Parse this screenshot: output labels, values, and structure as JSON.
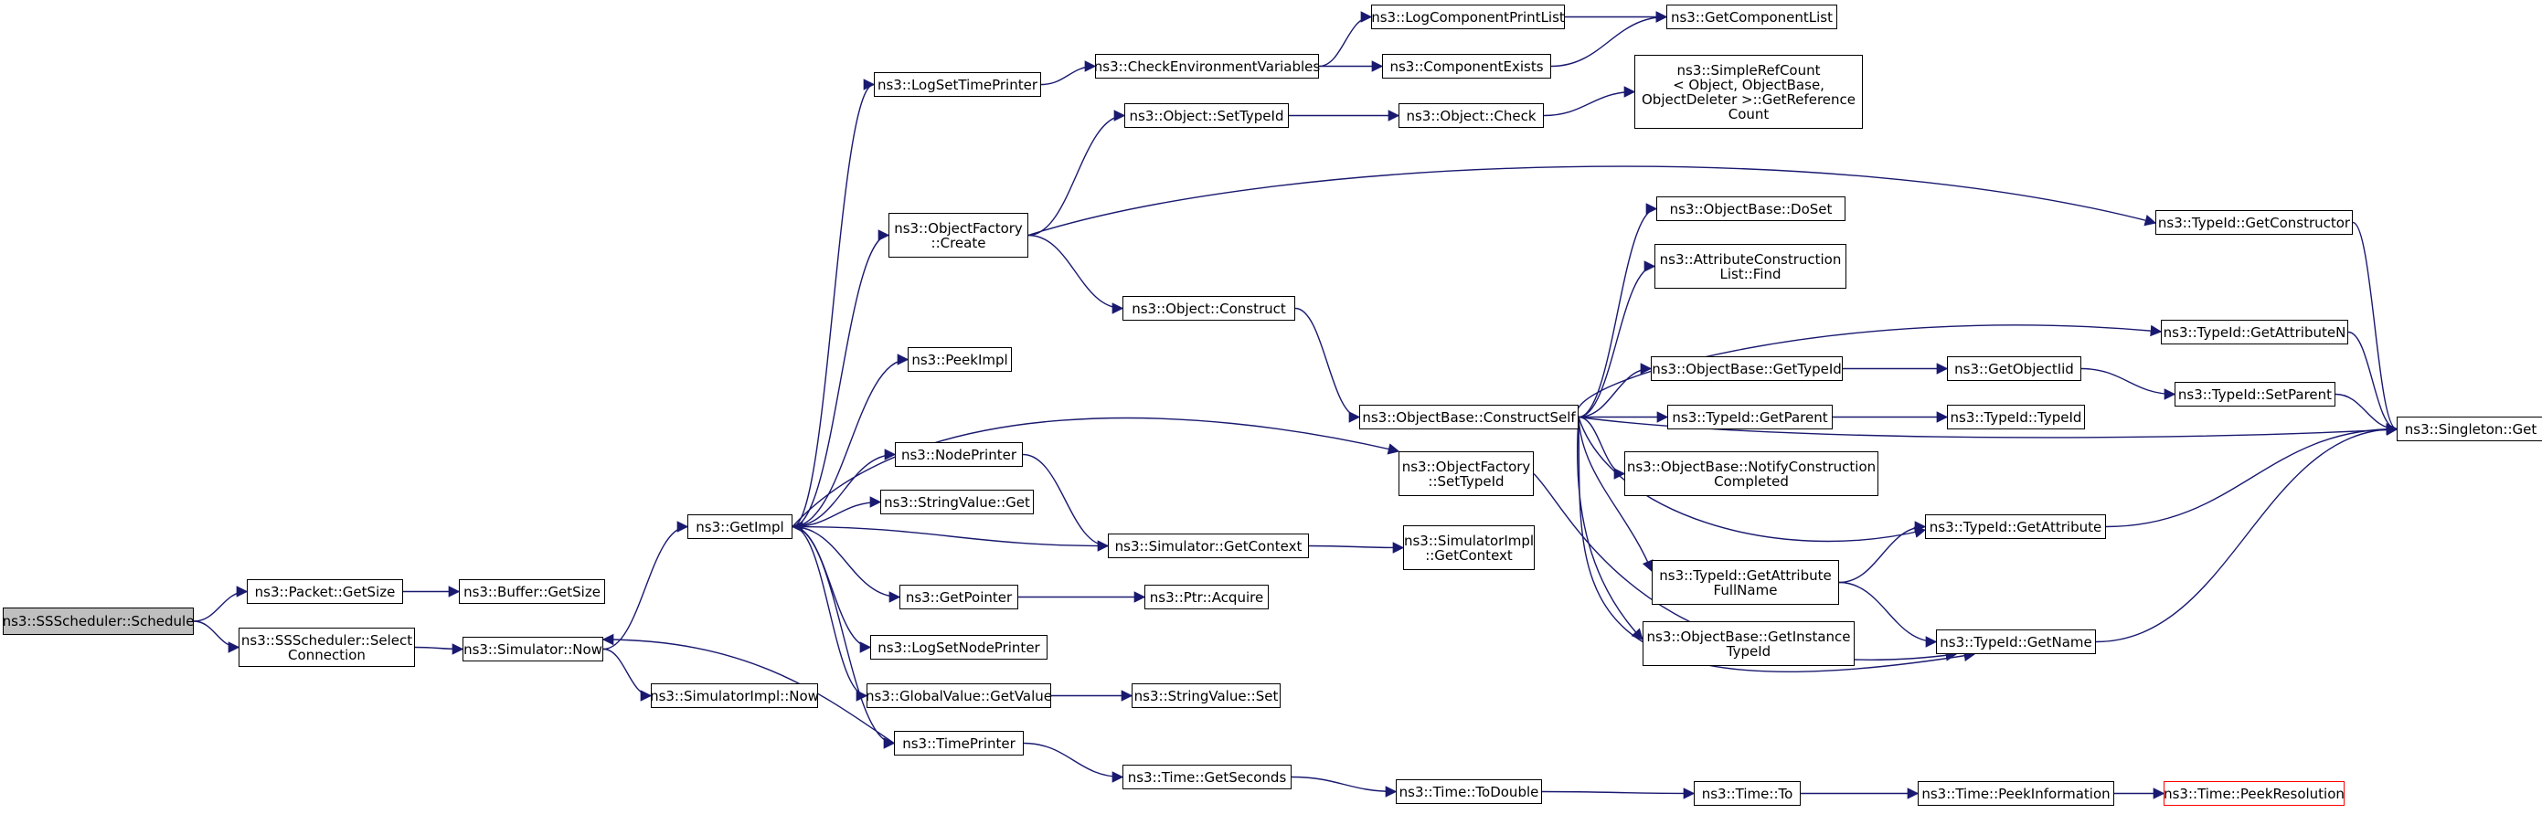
{
  "graph": {
    "root": "ns3::SSScheduler::Schedule",
    "edge_color": "#191970",
    "root_fill": "#bfbfbf",
    "highlight_border": "#ff0000",
    "nodes": [
      {
        "id": "n0",
        "label": "ns3::SSScheduler::Schedule"
      },
      {
        "id": "n1",
        "label": "ns3::Packet::GetSize"
      },
      {
        "id": "n2",
        "label": "ns3::SSScheduler::Select\nConnection"
      },
      {
        "id": "n3",
        "label": "ns3::Buffer::GetSize"
      },
      {
        "id": "n4",
        "label": "ns3::Simulator::Now"
      },
      {
        "id": "n5",
        "label": "ns3::SimulatorImpl::Now"
      },
      {
        "id": "n6",
        "label": "ns3::GetImpl"
      },
      {
        "id": "n7",
        "label": "ns3::LogSetTimePrinter"
      },
      {
        "id": "n8",
        "label": "ns3::ObjectFactory\n::Create"
      },
      {
        "id": "n9",
        "label": "ns3::PeekImpl"
      },
      {
        "id": "n10",
        "label": "ns3::NodePrinter"
      },
      {
        "id": "n11",
        "label": "ns3::StringValue::Get"
      },
      {
        "id": "n12",
        "label": "ns3::GetPointer"
      },
      {
        "id": "n13",
        "label": "ns3::LogSetNodePrinter"
      },
      {
        "id": "n14",
        "label": "ns3::GlobalValue::GetValue"
      },
      {
        "id": "n15",
        "label": "ns3::TimePrinter"
      },
      {
        "id": "n16",
        "label": "ns3::CheckEnvironmentVariables"
      },
      {
        "id": "n17",
        "label": "ns3::Object::SetTypeId"
      },
      {
        "id": "n18",
        "label": "ns3::Object::Construct"
      },
      {
        "id": "n19",
        "label": "ns3::Simulator::GetContext"
      },
      {
        "id": "n20",
        "label": "ns3::Ptr::Acquire"
      },
      {
        "id": "n21",
        "label": "ns3::StringValue::Set"
      },
      {
        "id": "n22",
        "label": "ns3::Time::GetSeconds"
      },
      {
        "id": "n23",
        "label": "ns3::LogComponentPrintList"
      },
      {
        "id": "n24",
        "label": "ns3::ComponentExists"
      },
      {
        "id": "n25",
        "label": "ns3::Object::Check"
      },
      {
        "id": "n26",
        "label": "ns3::ObjectBase::ConstructSelf"
      },
      {
        "id": "n27",
        "label": "ns3::ObjectFactory\n::SetTypeId"
      },
      {
        "id": "n28",
        "label": "ns3::SimulatorImpl\n::GetContext"
      },
      {
        "id": "n29",
        "label": "ns3::Time::ToDouble"
      },
      {
        "id": "n30",
        "label": "ns3::GetComponentList"
      },
      {
        "id": "n31",
        "label": "ns3::SimpleRefCount\n< Object, ObjectBase,\n ObjectDeleter >::GetReference\nCount"
      },
      {
        "id": "n32",
        "label": "ns3::ObjectBase::DoSet"
      },
      {
        "id": "n33",
        "label": "ns3::AttributeConstruction\nList::Find"
      },
      {
        "id": "n34",
        "label": "ns3::ObjectBase::GetTypeId"
      },
      {
        "id": "n35",
        "label": "ns3::TypeId::GetParent"
      },
      {
        "id": "n36",
        "label": "ns3::ObjectBase::NotifyConstruction\nCompleted"
      },
      {
        "id": "n37",
        "label": "ns3::TypeId::GetAttribute\nFullName"
      },
      {
        "id": "n38",
        "label": "ns3::ObjectBase::GetInstance\nTypeId"
      },
      {
        "id": "n39",
        "label": "ns3::Time::To"
      },
      {
        "id": "n40",
        "label": "ns3::GetObjectIid"
      },
      {
        "id": "n41",
        "label": "ns3::TypeId::TypeId"
      },
      {
        "id": "n42",
        "label": "ns3::TypeId::GetConstructor"
      },
      {
        "id": "n43",
        "label": "ns3::TypeId::GetAttributeN"
      },
      {
        "id": "n44",
        "label": "ns3::TypeId::SetParent"
      },
      {
        "id": "n45",
        "label": "ns3::TypeId::GetAttribute"
      },
      {
        "id": "n46",
        "label": "ns3::TypeId::GetName"
      },
      {
        "id": "n47",
        "label": "ns3::Time::PeekInformation"
      },
      {
        "id": "n48",
        "label": "ns3::Singleton::Get"
      },
      {
        "id": "n49",
        "label": "ns3::Time::PeekResolution"
      }
    ],
    "edges": [
      [
        "n0",
        "n1"
      ],
      [
        "n0",
        "n2"
      ],
      [
        "n1",
        "n3"
      ],
      [
        "n2",
        "n4"
      ],
      [
        "n4",
        "n5"
      ],
      [
        "n4",
        "n6"
      ],
      [
        "n6",
        "n7"
      ],
      [
        "n6",
        "n8"
      ],
      [
        "n6",
        "n9"
      ],
      [
        "n6",
        "n10"
      ],
      [
        "n6",
        "n11"
      ],
      [
        "n6",
        "n12"
      ],
      [
        "n6",
        "n13"
      ],
      [
        "n6",
        "n14"
      ],
      [
        "n6",
        "n15"
      ],
      [
        "n6",
        "n27"
      ],
      [
        "n7",
        "n16"
      ],
      [
        "n16",
        "n23"
      ],
      [
        "n16",
        "n24"
      ],
      [
        "n23",
        "n30"
      ],
      [
        "n24",
        "n30"
      ],
      [
        "n8",
        "n17"
      ],
      [
        "n8",
        "n18"
      ],
      [
        "n8",
        "n42"
      ],
      [
        "n17",
        "n25"
      ],
      [
        "n25",
        "n31"
      ],
      [
        "n18",
        "n26"
      ],
      [
        "n10",
        "n19"
      ],
      [
        "n19",
        "n6"
      ],
      [
        "n19",
        "n28"
      ],
      [
        "n12",
        "n20"
      ],
      [
        "n14",
        "n21"
      ],
      [
        "n15",
        "n4"
      ],
      [
        "n15",
        "n22"
      ],
      [
        "n22",
        "n29"
      ],
      [
        "n29",
        "n39"
      ],
      [
        "n39",
        "n47"
      ],
      [
        "n47",
        "n49"
      ],
      [
        "n26",
        "n32"
      ],
      [
        "n26",
        "n33"
      ],
      [
        "n26",
        "n43"
      ],
      [
        "n26",
        "n34"
      ],
      [
        "n26",
        "n35"
      ],
      [
        "n26",
        "n48"
      ],
      [
        "n26",
        "n36"
      ],
      [
        "n26",
        "n45"
      ],
      [
        "n26",
        "n37"
      ],
      [
        "n26",
        "n38"
      ],
      [
        "n26",
        "n46"
      ],
      [
        "n27",
        "n46"
      ],
      [
        "n34",
        "n40"
      ],
      [
        "n40",
        "n44"
      ],
      [
        "n44",
        "n48"
      ],
      [
        "n35",
        "n41"
      ],
      [
        "n37",
        "n45"
      ],
      [
        "n37",
        "n46"
      ],
      [
        "n42",
        "n48"
      ],
      [
        "n43",
        "n48"
      ],
      [
        "n45",
        "n48"
      ],
      [
        "n46",
        "n48"
      ]
    ]
  }
}
